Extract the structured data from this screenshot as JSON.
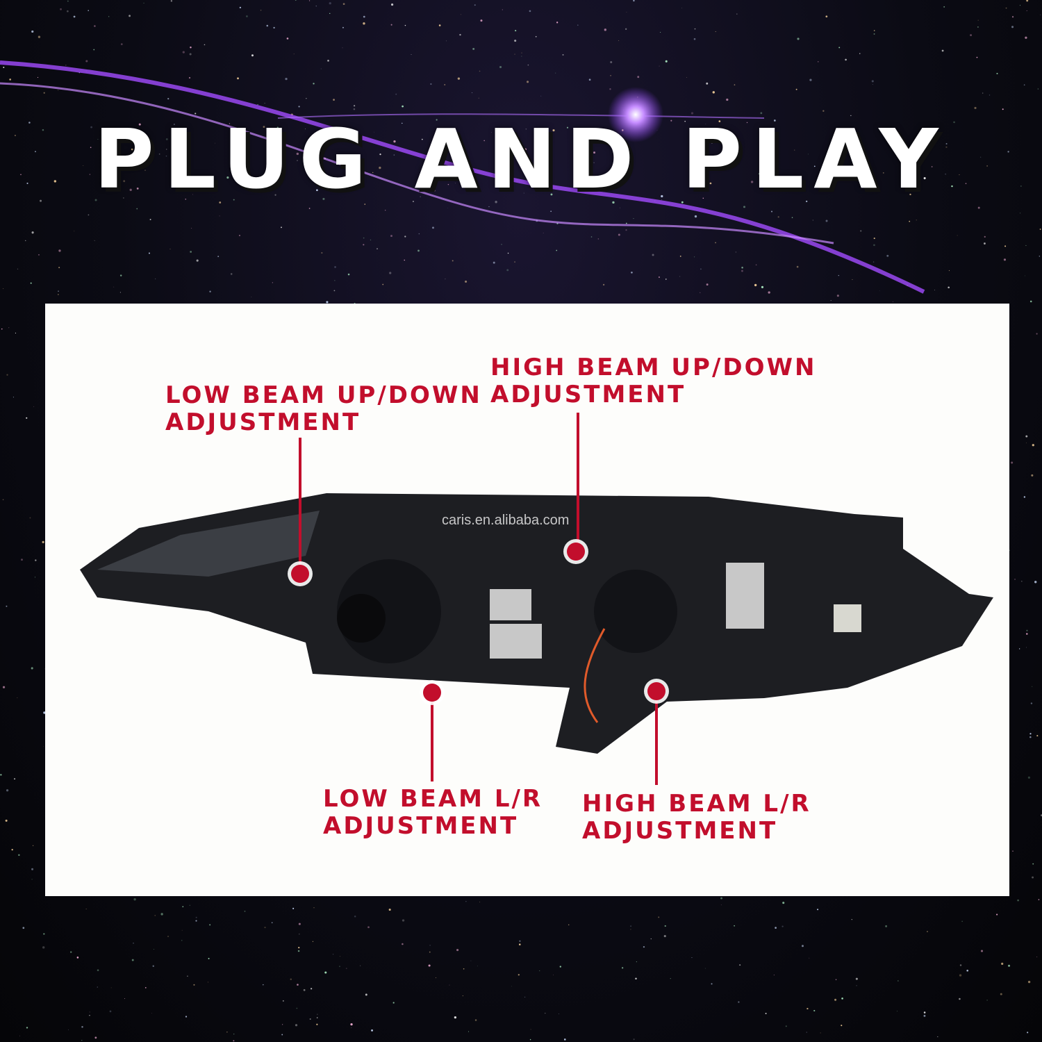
{
  "title": "PLUG AND PLAY",
  "watermark": "caris.en.alibaba.com",
  "accent_color": "#c20e2c",
  "callouts": [
    {
      "line1": "LOW BEAM UP/DOWN",
      "line2": "ADJUSTMENT"
    },
    {
      "line1": "HIGH BEAM UP/DOWN",
      "line2": "ADJUSTMENT"
    },
    {
      "line1": "LOW BEAM L/R",
      "line2": "ADJUSTMENT"
    },
    {
      "line1": "HIGH BEAM L/R",
      "line2": "ADJUSTMENT"
    }
  ]
}
